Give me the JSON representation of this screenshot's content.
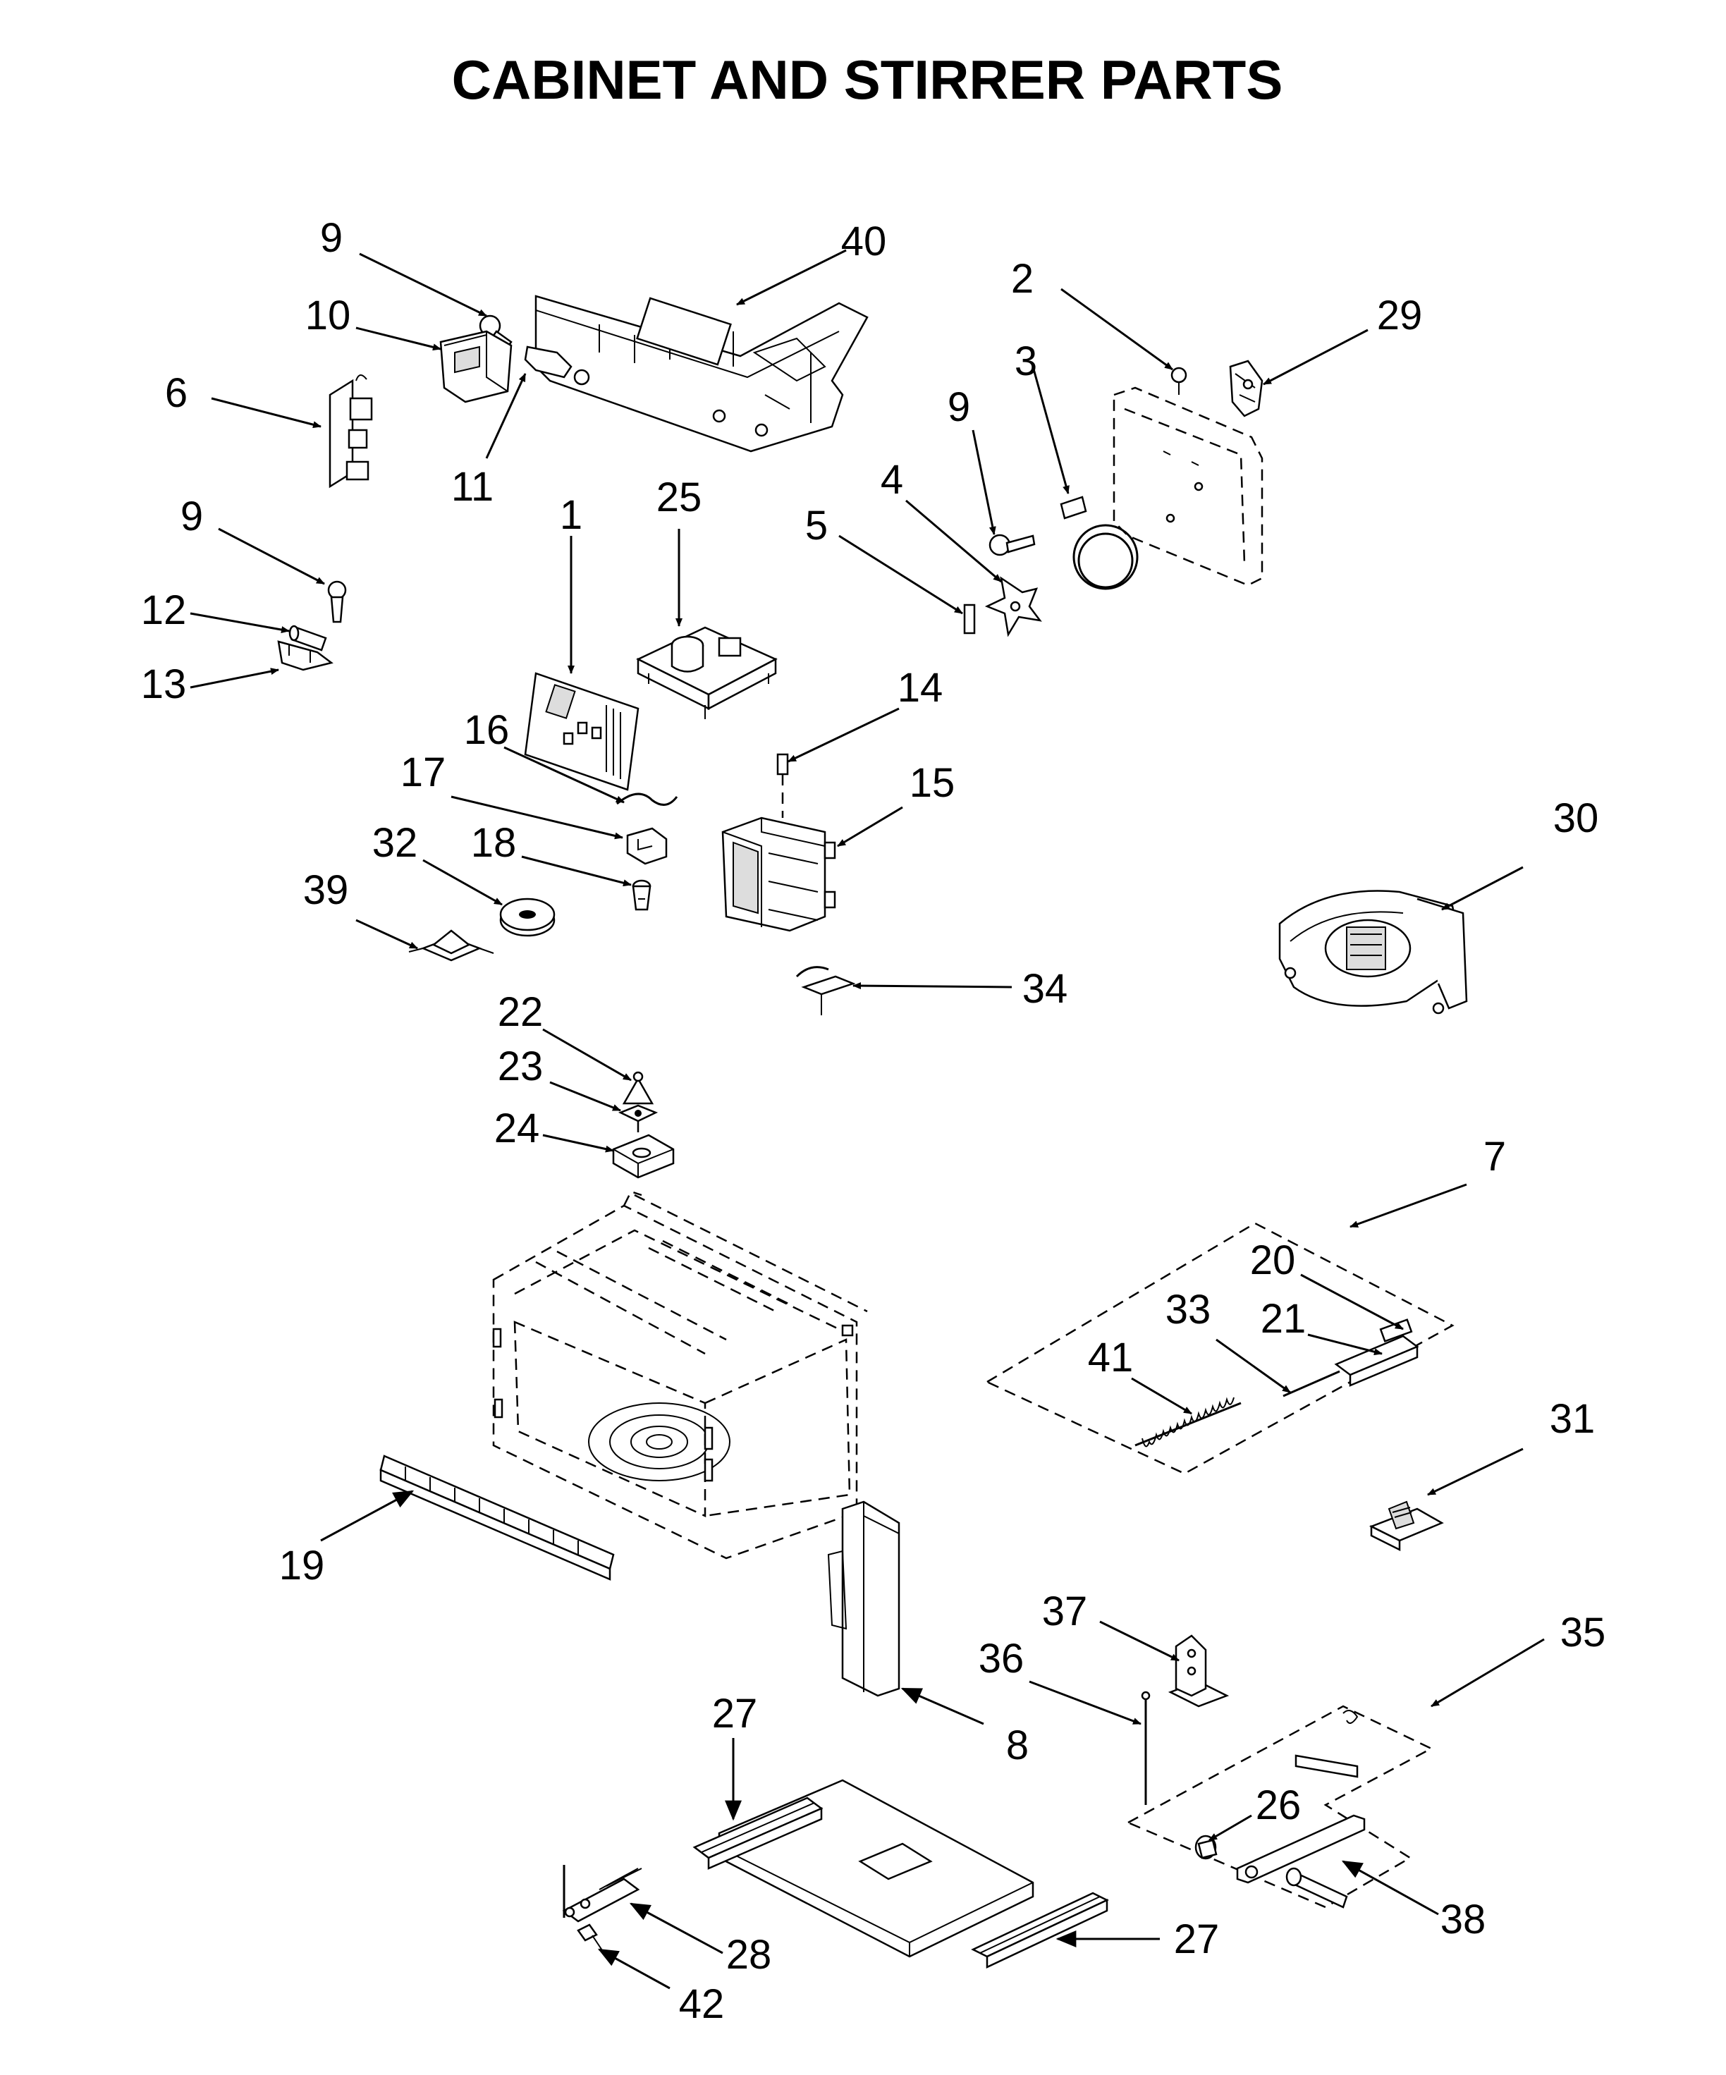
{
  "title": "CABINET AND STIRRER PARTS",
  "callouts": {
    "c1": "1",
    "c2": "2",
    "c3": "3",
    "c4": "4",
    "c5": "5",
    "c6": "6",
    "c7": "7",
    "c8": "8",
    "c9a": "9",
    "c9b": "9",
    "c9c": "9",
    "c10": "10",
    "c11": "11",
    "c12": "12",
    "c13": "13",
    "c14": "14",
    "c15": "15",
    "c16": "16",
    "c17": "17",
    "c18": "18",
    "c19": "19",
    "c20": "20",
    "c21": "21",
    "c22": "22",
    "c23": "23",
    "c24": "24",
    "c25": "25",
    "c26": "26",
    "c27a": "27",
    "c27b": "27",
    "c28": "28",
    "c29": "29",
    "c30": "30",
    "c31": "31",
    "c32": "32",
    "c33": "33",
    "c34": "34",
    "c35": "35",
    "c36": "36",
    "c37": "37",
    "c38": "38",
    "c39": "39",
    "c40": "40",
    "c41": "41",
    "c42": "42"
  }
}
